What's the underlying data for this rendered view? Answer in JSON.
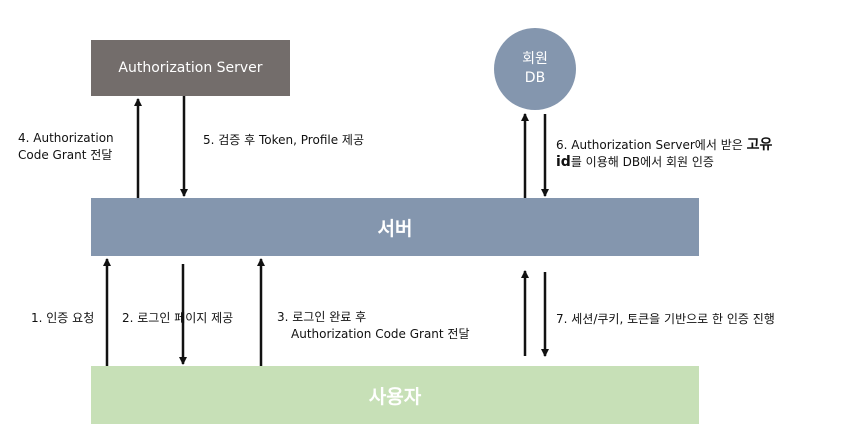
{
  "nodes": {
    "authorization_server": "Authorization Server",
    "member_db": {
      "line1": "회원",
      "line2": "DB"
    },
    "server": "서버",
    "user": "사용자"
  },
  "steps": {
    "step1": "1. 인증 요청",
    "step2": "2. 로그인 페이지 제공",
    "step3": {
      "line1": "3. 로그인 완료 후",
      "line2": "Authorization Code Grant 전달"
    },
    "step4": {
      "line1": "4. Authorization",
      "line2": "Code Grant 전달"
    },
    "step5": "5. 검증 후 Token, Profile 제공",
    "step6": {
      "line1_prefix": "6. Authorization Server에서 받은 ",
      "line1_bold": "고유",
      "line2_bold": "id",
      "line2_suffix": "를 이용해 DB에서 회원 인증"
    },
    "step7": "7. 세션/쿠키, 토큰을 기반으로 한 인증 진행"
  },
  "colors": {
    "authorization_server": "#736d6b",
    "server": "#8496ae",
    "user": "#c7e0b7",
    "member_db": "#8496ae"
  }
}
